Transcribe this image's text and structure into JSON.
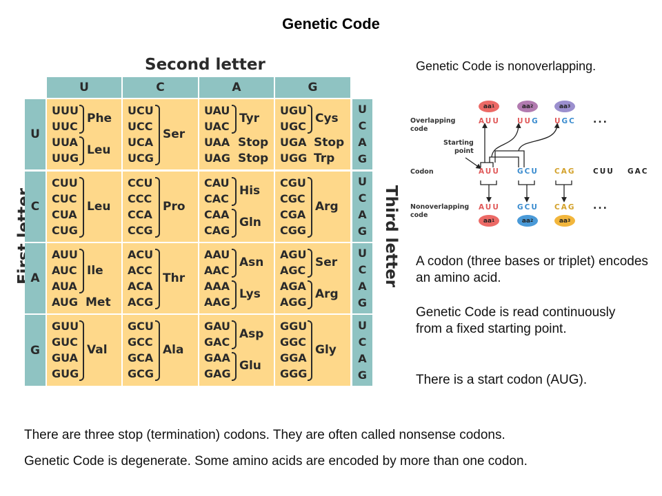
{
  "title": "Genetic Code",
  "table": {
    "second_letter_label": "Second letter",
    "first_letter_label": "First letter",
    "third_letter_label": "Third letter",
    "columns": [
      "U",
      "C",
      "A",
      "G"
    ],
    "rows": [
      "U",
      "C",
      "A",
      "G"
    ],
    "third_letters": [
      "U",
      "C",
      "A",
      "G"
    ],
    "cells": [
      [
        {
          "codons": [
            "UUU",
            "UUC",
            "UUA",
            "UUG"
          ],
          "groups": [
            {
              "aa": "Phe",
              "from": 0,
              "to": 1
            },
            {
              "aa": "Leu",
              "from": 2,
              "to": 3
            }
          ]
        },
        {
          "codons": [
            "UCU",
            "UCC",
            "UCA",
            "UCG"
          ],
          "groups": [
            {
              "aa": "Ser",
              "from": 0,
              "to": 3
            }
          ]
        },
        {
          "codons": [
            "UAU",
            "UAC",
            "UAA",
            "UAG"
          ],
          "groups": [
            {
              "aa": "Tyr",
              "from": 0,
              "to": 1
            },
            {
              "aa": "Stop",
              "from": 2,
              "to": 2,
              "nobrace": true
            },
            {
              "aa": "Stop",
              "from": 3,
              "to": 3,
              "nobrace": true
            }
          ]
        },
        {
          "codons": [
            "UGU",
            "UGC",
            "UGA",
            "UGG"
          ],
          "groups": [
            {
              "aa": "Cys",
              "from": 0,
              "to": 1
            },
            {
              "aa": "Stop",
              "from": 2,
              "to": 2,
              "nobrace": true
            },
            {
              "aa": "Trp",
              "from": 3,
              "to": 3,
              "nobrace": true
            }
          ]
        }
      ],
      [
        {
          "codons": [
            "CUU",
            "CUC",
            "CUA",
            "CUG"
          ],
          "groups": [
            {
              "aa": "Leu",
              "from": 0,
              "to": 3
            }
          ]
        },
        {
          "codons": [
            "CCU",
            "CCC",
            "CCA",
            "CCG"
          ],
          "groups": [
            {
              "aa": "Pro",
              "from": 0,
              "to": 3
            }
          ]
        },
        {
          "codons": [
            "CAU",
            "CAC",
            "CAA",
            "CAG"
          ],
          "groups": [
            {
              "aa": "His",
              "from": 0,
              "to": 1
            },
            {
              "aa": "Gln",
              "from": 2,
              "to": 3
            }
          ]
        },
        {
          "codons": [
            "CGU",
            "CGC",
            "CGA",
            "CGG"
          ],
          "groups": [
            {
              "aa": "Arg",
              "from": 0,
              "to": 3
            }
          ]
        }
      ],
      [
        {
          "codons": [
            "AUU",
            "AUC",
            "AUA",
            "AUG"
          ],
          "groups": [
            {
              "aa": "Ile",
              "from": 0,
              "to": 2
            },
            {
              "aa": "Met",
              "from": 3,
              "to": 3,
              "nobrace": true
            }
          ]
        },
        {
          "codons": [
            "ACU",
            "ACC",
            "ACA",
            "ACG"
          ],
          "groups": [
            {
              "aa": "Thr",
              "from": 0,
              "to": 3
            }
          ]
        },
        {
          "codons": [
            "AAU",
            "AAC",
            "AAA",
            "AAG"
          ],
          "groups": [
            {
              "aa": "Asn",
              "from": 0,
              "to": 1
            },
            {
              "aa": "Lys",
              "from": 2,
              "to": 3
            }
          ]
        },
        {
          "codons": [
            "AGU",
            "AGC",
            "AGA",
            "AGG"
          ],
          "groups": [
            {
              "aa": "Ser",
              "from": 0,
              "to": 1
            },
            {
              "aa": "Arg",
              "from": 2,
              "to": 3
            }
          ]
        }
      ],
      [
        {
          "codons": [
            "GUU",
            "GUC",
            "GUA",
            "GUG"
          ],
          "groups": [
            {
              "aa": "Val",
              "from": 0,
              "to": 3
            }
          ]
        },
        {
          "codons": [
            "GCU",
            "GCC",
            "GCA",
            "GCG"
          ],
          "groups": [
            {
              "aa": "Ala",
              "from": 0,
              "to": 3
            }
          ]
        },
        {
          "codons": [
            "GAU",
            "GAC",
            "GAA",
            "GAG"
          ],
          "groups": [
            {
              "aa": "Asp",
              "from": 0,
              "to": 1
            },
            {
              "aa": "Glu",
              "from": 2,
              "to": 3
            }
          ]
        },
        {
          "codons": [
            "GGU",
            "GGC",
            "GGA",
            "GGG"
          ],
          "groups": [
            {
              "aa": "Gly",
              "from": 0,
              "to": 3
            }
          ]
        }
      ]
    ]
  },
  "right_heading": "Genetic Code is nonoverlapping.",
  "diagram": {
    "overlapping_label": [
      "Overlapping",
      "code"
    ],
    "starting_point_label": [
      "Starting",
      "point"
    ],
    "codon_label": "Codon",
    "nonoverlapping_label": [
      "Nonoverlapping",
      "code"
    ],
    "top_aa": [
      {
        "label": "aa",
        "sub": "1",
        "color": "#ec6a66"
      },
      {
        "label": "aa",
        "sub": "2",
        "color": "#b27bb0"
      },
      {
        "label": "aa",
        "sub": "3",
        "color": "#9b8fce"
      }
    ],
    "bottom_aa": [
      {
        "label": "aa",
        "sub": "1",
        "color": "#ec6a66"
      },
      {
        "label": "aa",
        "sub": "2",
        "color": "#4a9ad8"
      },
      {
        "label": "aa",
        "sub": "3",
        "color": "#f2b63c"
      }
    ],
    "overlapping_seq": [
      "AUU",
      "UUG",
      "UGC"
    ],
    "codon_seq": [
      "AUU",
      "GCU",
      "CAG",
      "CUU",
      "GAC"
    ],
    "nonoverlapping_seq": [
      "AUU",
      "GCU",
      "CAG"
    ],
    "ellipsis": "..."
  },
  "right_paragraphs": [
    "A codon (three bases or triplet) encodes an amino acid.",
    "Genetic Code is read continuously from a fixed starting point.",
    "There is a start codon (AUG)."
  ],
  "bottom_paragraphs": [
    "There are three stop (termination) codons.  They are often called nonsense codons.",
    "Genetic Code is degenerate.  Some amino acids are encoded by more than one codon."
  ]
}
